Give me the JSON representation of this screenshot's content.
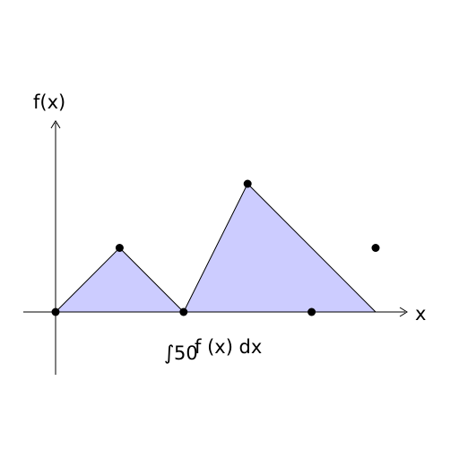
{
  "axes": {
    "x_label": "x",
    "y_label": "f(x)"
  },
  "integral": {
    "symbol": "∫",
    "bounds": "50",
    "integrand": "f (x) dx"
  },
  "style": {
    "fill": "#ccccff",
    "stroke": "#000000",
    "point": "#000000"
  },
  "chart_data": {
    "type": "area",
    "xlabel": "x",
    "ylabel": "f(x)",
    "polyline": [
      {
        "x": 0,
        "y": 0
      },
      {
        "x": 1,
        "y": 1
      },
      {
        "x": 2,
        "y": 0
      },
      {
        "x": 3,
        "y": 2
      },
      {
        "x": 5,
        "y": 0
      }
    ],
    "points": [
      {
        "x": 0,
        "y": 0
      },
      {
        "x": 1,
        "y": 1
      },
      {
        "x": 2,
        "y": 0
      },
      {
        "x": 3,
        "y": 2
      },
      {
        "x": 4,
        "y": 0
      },
      {
        "x": 5,
        "y": 1
      }
    ],
    "xlim": [
      -0.5,
      5.5
    ],
    "ylim": [
      -1,
      3
    ]
  }
}
